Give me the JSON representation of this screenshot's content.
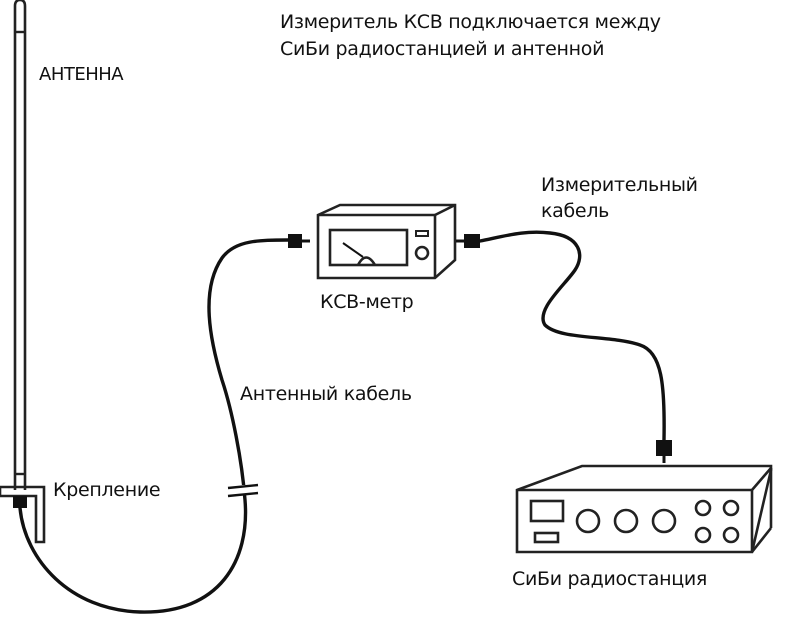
{
  "caption": {
    "line1": "Измеритель КСВ подключается между",
    "line2": "СиБи радиостанцией и антенной"
  },
  "labels": {
    "antenna": "АНТЕННА",
    "mount": "Крепление",
    "antenna_cable": "Антенный кабель",
    "swr_meter": "КСВ-метр",
    "measuring_cable_line1": "Измерительный",
    "measuring_cable_line2": "кабель",
    "cb_radio": "СиБи радиостанция"
  },
  "components": [
    "antenna",
    "mount",
    "antenna-cable",
    "swr-meter",
    "measuring-cable",
    "cb-radio"
  ],
  "connections": [
    {
      "from": "antenna",
      "to": "swr-meter",
      "via": "antenna-cable"
    },
    {
      "from": "swr-meter",
      "to": "cb-radio",
      "via": "measuring-cable"
    }
  ]
}
